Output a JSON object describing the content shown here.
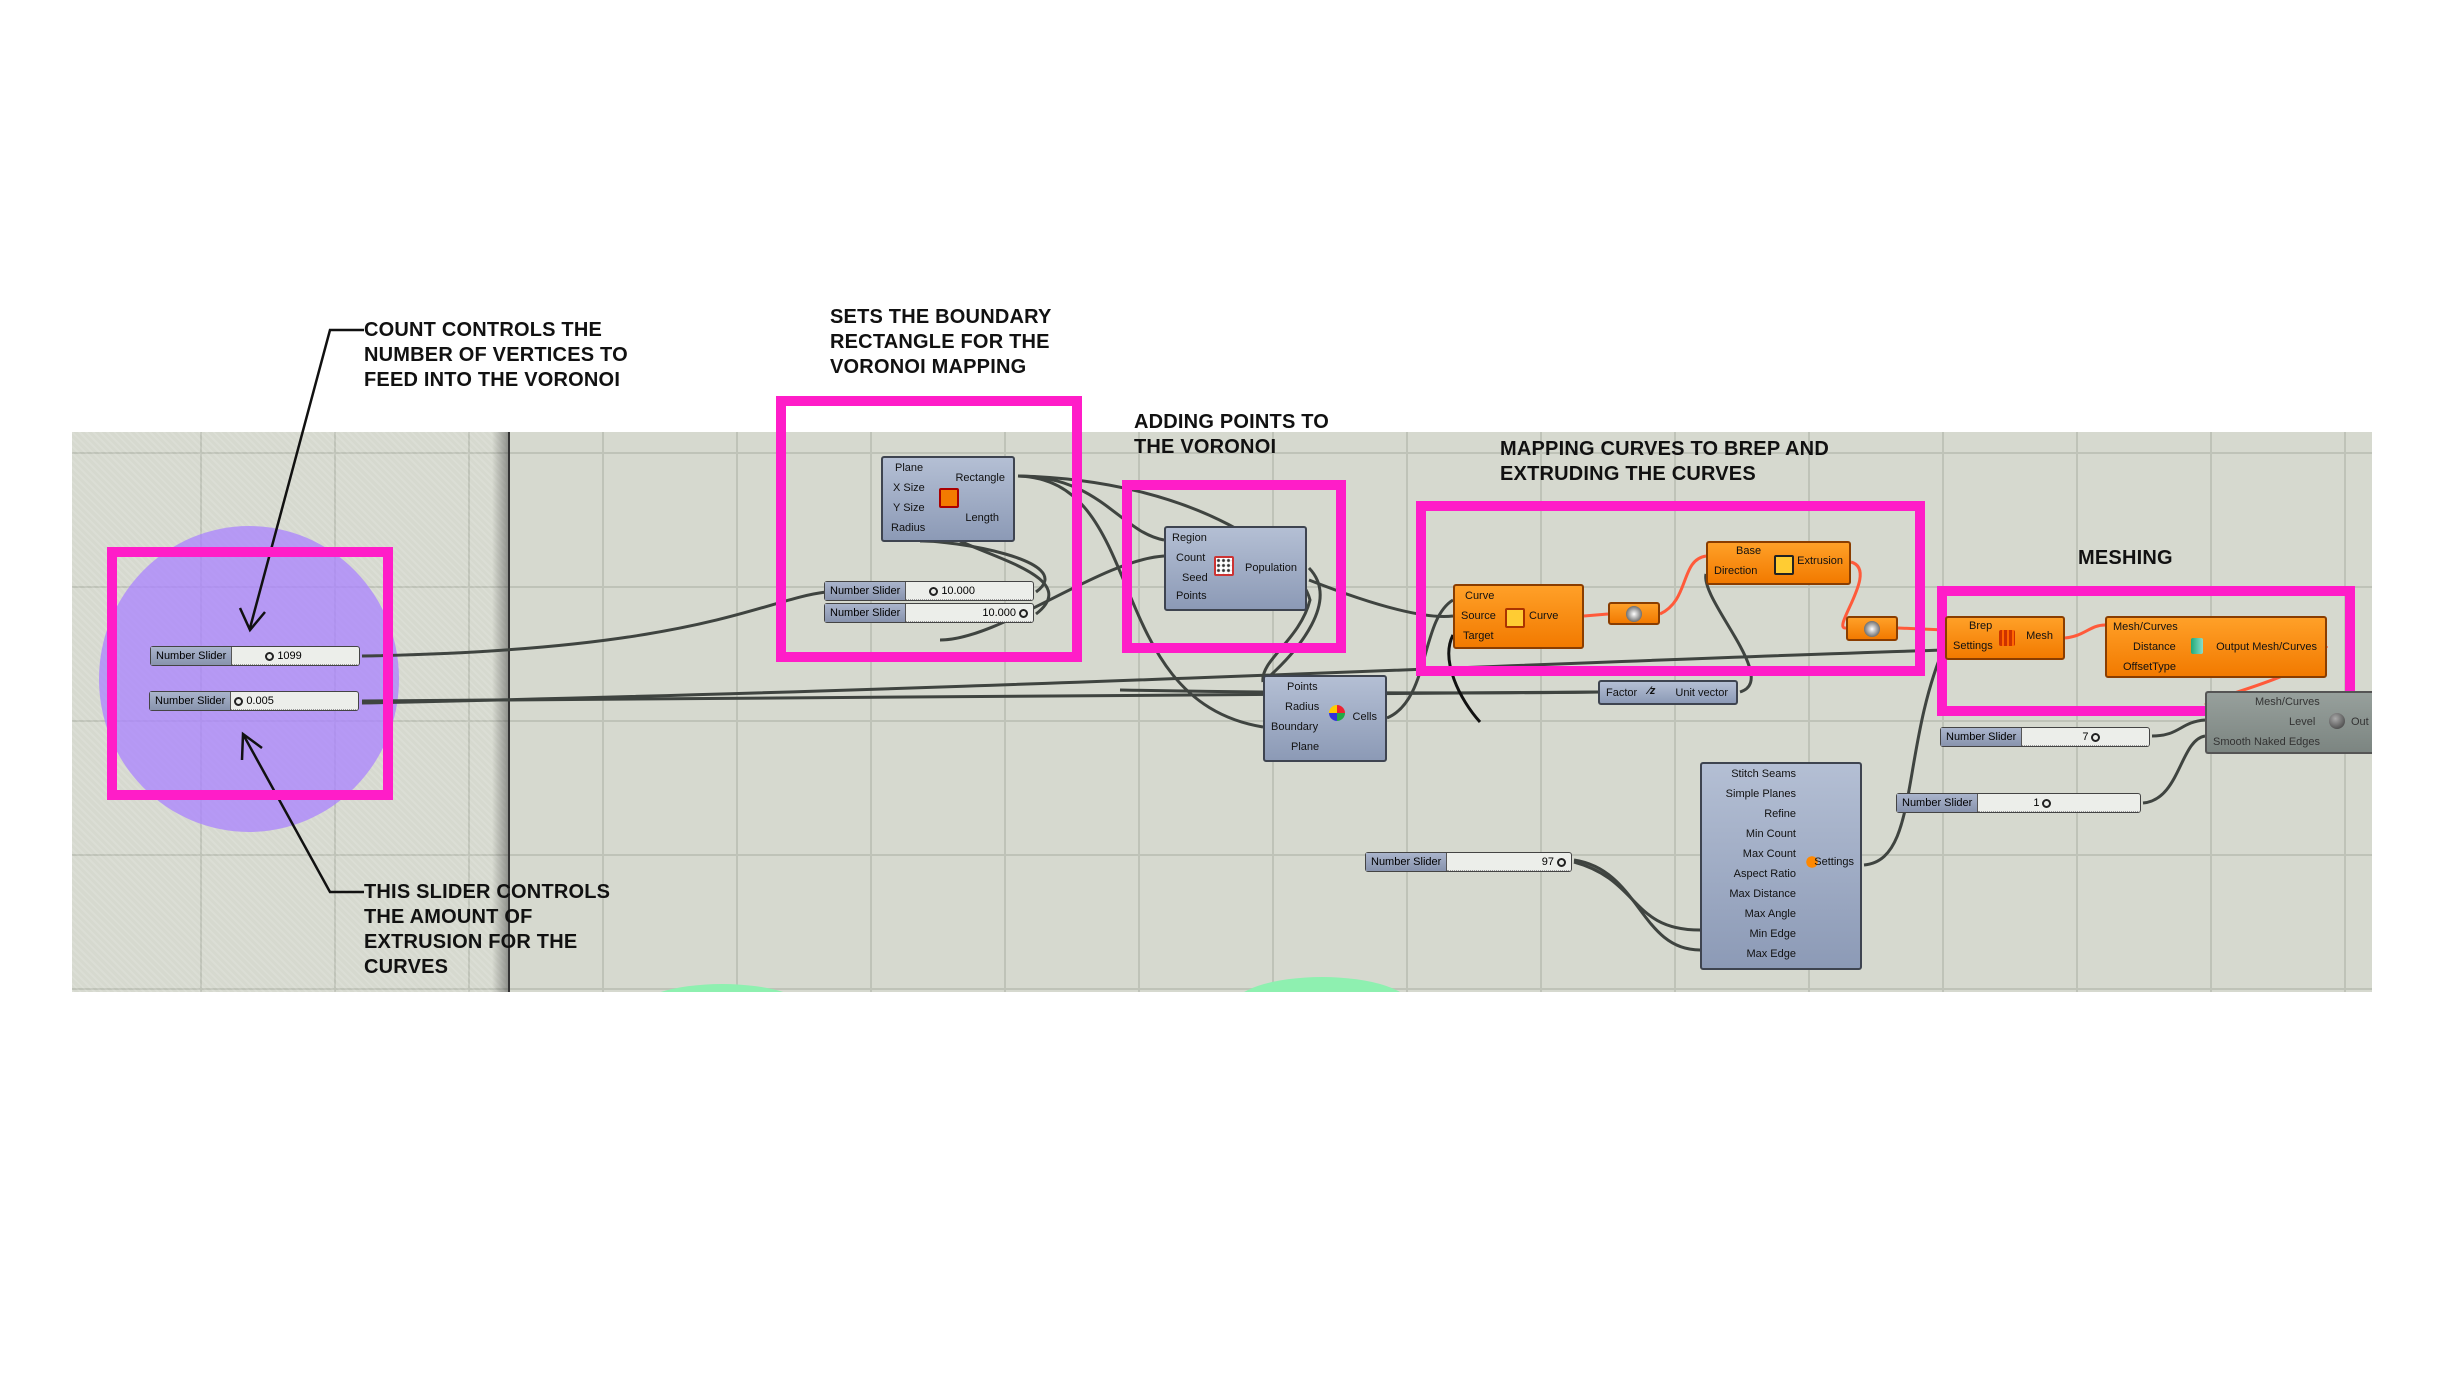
{
  "annotations": {
    "count": [
      "COUNT CONTROLS THE",
      "NUMBER OF VERTICES TO",
      "FEED INTO THE VORONOI"
    ],
    "slider": [
      "THIS SLIDER CONTROLS",
      "THE AMOUNT OF",
      "EXTRUSION FOR THE",
      "CURVES"
    ],
    "boundary": [
      "SETS THE BOUNDARY",
      "RECTANGLE FOR THE",
      "VORONOI MAPPING"
    ],
    "points": [
      "ADDING POINTS TO",
      "THE VORONOI"
    ],
    "mapping": [
      "MAPPING CURVES TO BREP AND",
      "EXTRUDING THE CURVES"
    ],
    "meshing": [
      "MESHING"
    ]
  },
  "colors": {
    "highlight": "#ff1dc8",
    "component": "#97a5c0",
    "component_active": "#f98b10",
    "canvas": "#d6d9cf",
    "group": "#aa82ff"
  },
  "sliders": {
    "count": {
      "name": "Number Slider",
      "value": "1099"
    },
    "extrude": {
      "name": "Number Slider",
      "value": "0.005"
    },
    "xsize": {
      "name": "Number Slider",
      "value": "10.000"
    },
    "ysize": {
      "name": "Number Slider",
      "value": "10.000"
    },
    "maxedge": {
      "name": "Number Slider",
      "value": "97"
    },
    "level": {
      "name": "Number Slider",
      "value": "7"
    },
    "smooth": {
      "name": "Number Slider",
      "value": "1"
    }
  },
  "components": {
    "rectangle": {
      "inputs": [
        "Plane",
        "X Size",
        "Y Size",
        "Radius"
      ],
      "outputs": [
        "Rectangle",
        "Length"
      ]
    },
    "populate": {
      "inputs": [
        "Region",
        "Count",
        "Seed",
        "Points"
      ],
      "outputs": [
        "Population"
      ]
    },
    "voronoi": {
      "inputs": [
        "Points",
        "Radius",
        "Boundary",
        "Plane"
      ],
      "outputs": [
        "Cells"
      ]
    },
    "morph": {
      "inputs": [
        "Curve",
        "Source",
        "Target"
      ],
      "outputs": [
        "Curve"
      ]
    },
    "extrude": {
      "inputs": [
        "Base",
        "Direction"
      ],
      "outputs": [
        "Extrusion"
      ]
    },
    "unit_vector": {
      "inputs": [
        "Factor"
      ],
      "outputs": [
        "Unit vector"
      ]
    },
    "settings": {
      "inputs": [
        "Stitch Seams",
        "Simple Planes",
        "Refine",
        "Min Count",
        "Max Count",
        "Aspect Ratio",
        "Max Distance",
        "Max Angle",
        "Min Edge",
        "Max Edge"
      ],
      "outputs": [
        "Settings"
      ]
    },
    "mesh_brep": {
      "inputs": [
        "Brep",
        "Settings"
      ],
      "outputs": [
        "Mesh"
      ]
    },
    "offset": {
      "inputs": [
        "Mesh/Curves",
        "Distance",
        "OffsetType"
      ],
      "outputs": [
        "Output Mesh/Curves"
      ]
    },
    "smooth_mesh": {
      "inputs": [
        "Mesh/Curves",
        "Level",
        "Smooth Naked Edges"
      ],
      "outputs": [
        "Out"
      ]
    }
  }
}
